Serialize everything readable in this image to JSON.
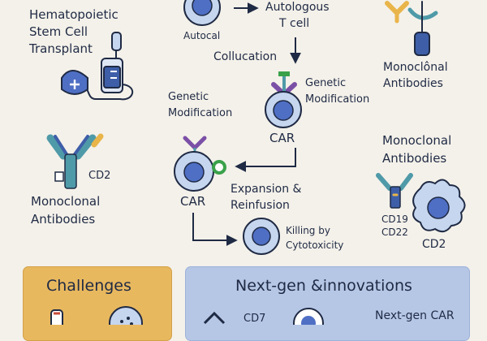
{
  "labels": {
    "hsct": [
      "Hematopoietic",
      "Stem Cell",
      "Transplant"
    ],
    "autocal": "Autocal",
    "autologous_t_cell": [
      "Autologous",
      "T cell"
    ],
    "collucation": "Collucation",
    "genetic_mod_right": [
      "Genetic",
      "Modification"
    ],
    "genetic_mod_left": [
      "Genetic",
      "Modification"
    ],
    "car_top": "CAR",
    "car_left": "CAR",
    "expansion": [
      "Expansion &",
      "Reinfusion"
    ],
    "killing": [
      "Killing by",
      "Cytotoxicity"
    ],
    "mab_top_right": [
      "Monoclônal",
      "Antibodies"
    ],
    "mab_mid_right": [
      "Monoclonal",
      "Antibodies"
    ],
    "mab_left": [
      "Monoclonal",
      "Antibodies"
    ],
    "cd2_left": "CD2",
    "cd19_cd22": [
      "CD19",
      "CD22"
    ],
    "cd2_right": "CD2"
  },
  "panels": {
    "challenges": {
      "title": "Challenges"
    },
    "nextgen": {
      "title": "Next-gen &innovations",
      "label_left": "CD7",
      "label_right": "Next-gen CAR"
    }
  },
  "colors": {
    "background": "#f4f1ea",
    "ink": "#1f2a44",
    "cell_outer": "#c6d6ef",
    "cell_nucleus": "#4f6fc4",
    "challenges_panel": "#e8b85f",
    "nextgen_panel": "#b6c7e6",
    "green_receptor": "#3aa14a",
    "purple_receptor": "#7b4fa6",
    "antibody_teal": "#4f9aa8",
    "antibody_yellow": "#e9b54a"
  }
}
